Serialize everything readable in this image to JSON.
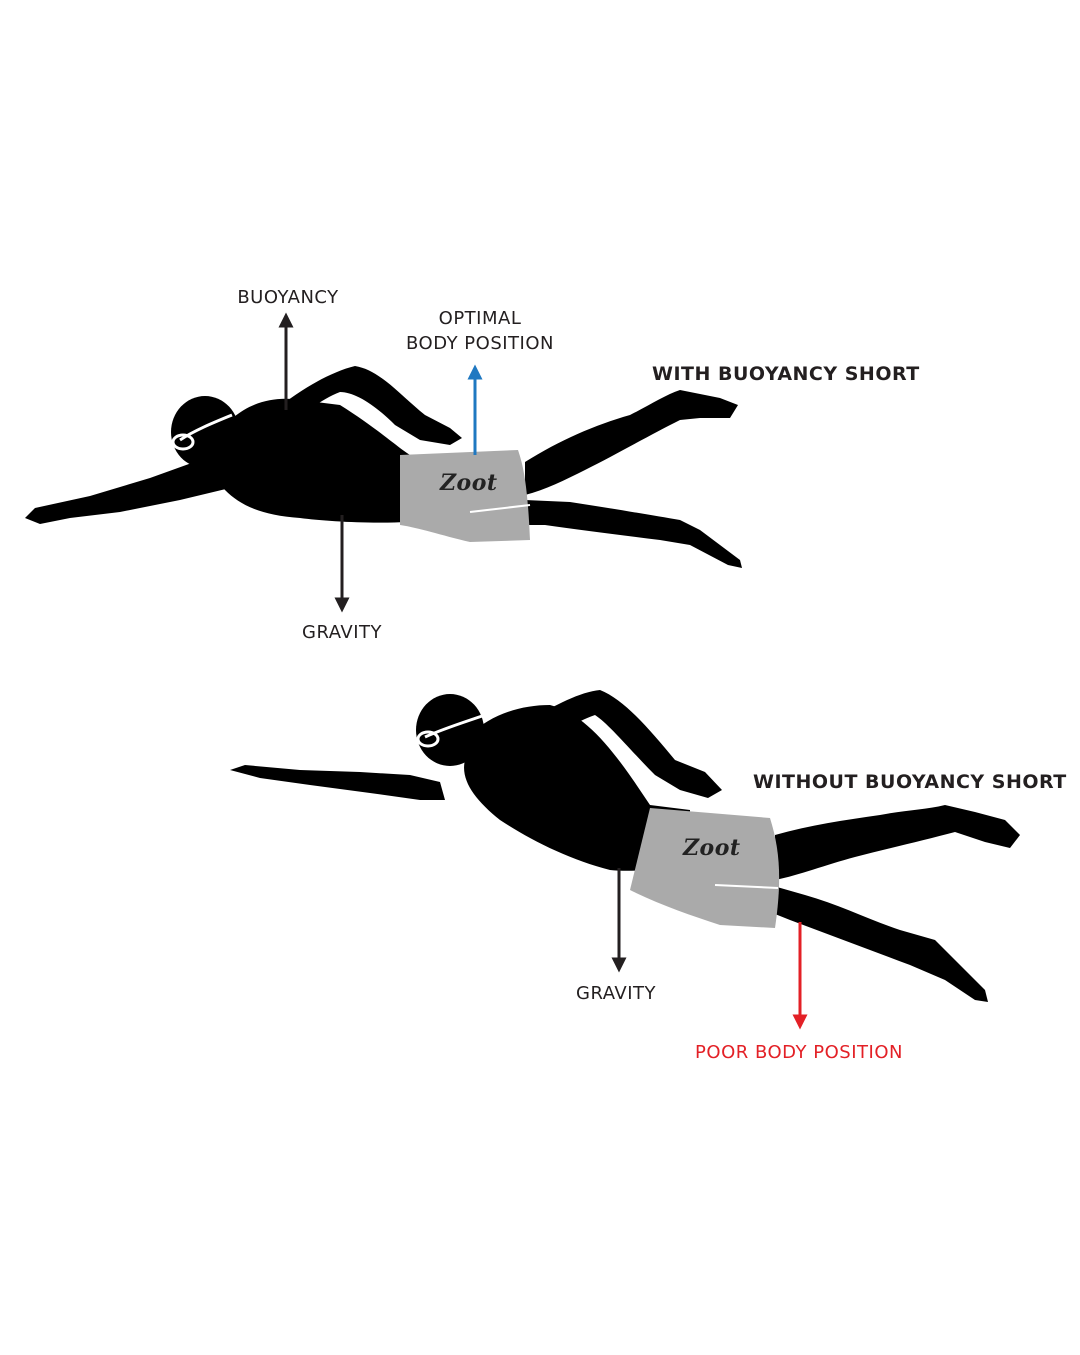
{
  "top_panel": {
    "title": "WITH BUOYANCY SHORT",
    "buoyancy_label": "BUOYANCY",
    "optimal_label_line1": "OPTIMAL",
    "optimal_label_line2": "BODY POSITION",
    "gravity_label": "GRAVITY",
    "logo": "Zoot"
  },
  "bottom_panel": {
    "title": "WITHOUT BUOYANCY SHORT",
    "gravity_label": "GRAVITY",
    "poor_label": "POOR BODY POSITION",
    "logo": "Zoot"
  },
  "colors": {
    "silhouette": "#000000",
    "shorts": "#aaaaaa",
    "neutral_arrow": "#231f20",
    "optimal_arrow": "#1f78c1",
    "poor_arrow": "#e32026",
    "background": "#ffffff"
  }
}
